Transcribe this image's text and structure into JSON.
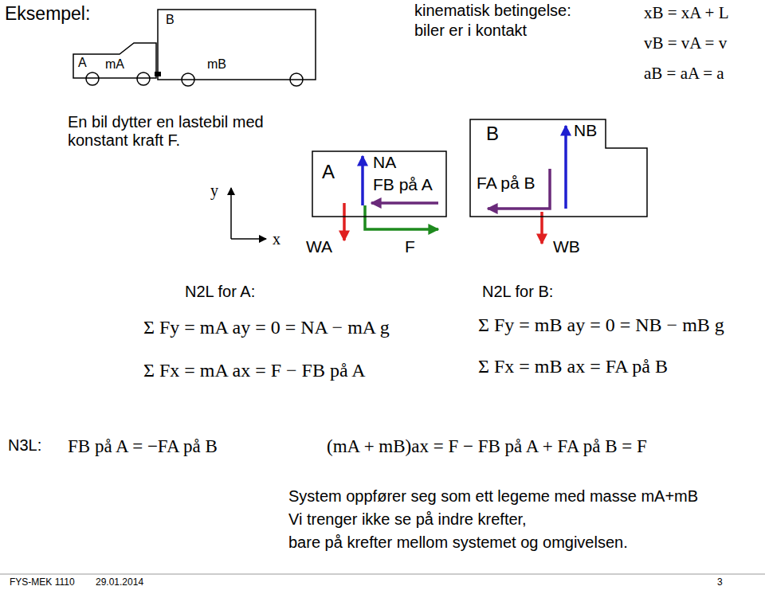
{
  "diagram": {
    "title": "Eksempel:",
    "nodes": [
      {
        "text": [
          "A",
          "mA"
        ]
      },
      {
        "text": [
          "B",
          "mB"
        ]
      },
      {
        "text": [
          "A"
        ]
      },
      {
        "text": [
          "B"
        ]
      }
    ],
    "labels": [
      "kinematisk betingelse:",
      "biler er i kontakt",
      "xB = xA + L",
      "vB = vA = v",
      "aB = aA = a",
      "En bil dytter en lastebil med konstant kraft F.",
      "y",
      "x",
      "NA",
      "FB på A",
      "WA",
      "F",
      "NB",
      "FA på B",
      "WB",
      "N2L for A:",
      "Σ Fy = mA ay = 0 = NA − mA g",
      "Σ Fx = mA ax = F − FB på A",
      "N2L for B:",
      "Σ Fy = mB ay = 0 = NB − mB g",
      "Σ Fx = mB ax = FA på B",
      "N3L:",
      "FB på A = −FA på B",
      "(mA + mB)ax = F − FB på A + FA på B = F",
      "System oppfører seg som ett legeme med masse mA+mB",
      "Vi trenger ikke se på indre krefter,",
      "bare på krefter mellom systemet og omgivelsen.",
      "FYS-MEK 1110",
      "29.01.2014",
      "3"
    ]
  }
}
